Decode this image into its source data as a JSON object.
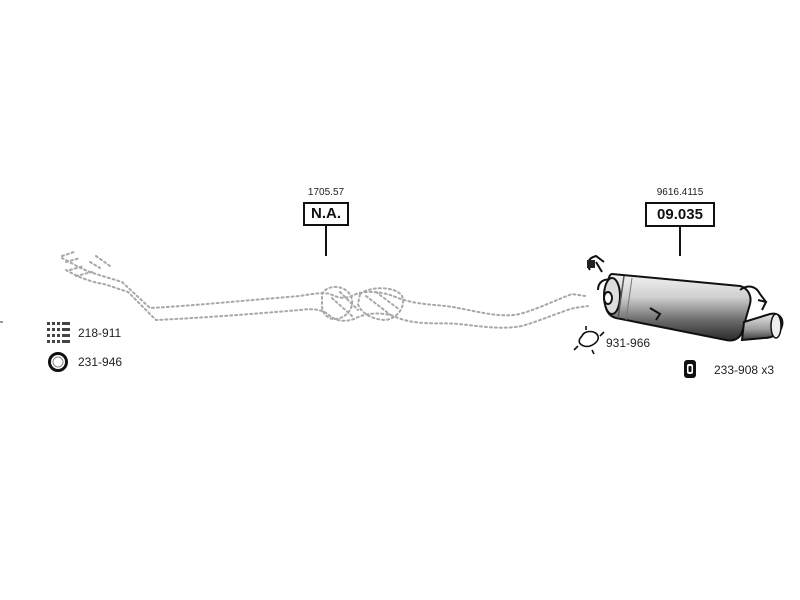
{
  "parts": {
    "front_pipe": {
      "ref": "1705.57",
      "code": "N.A."
    },
    "rear_silencer": {
      "ref": "9616.4115",
      "code": "09.035"
    }
  },
  "legend": {
    "mounting_kit": {
      "icon": "mounting-kit-icon",
      "code": "218-911"
    },
    "gasket_ring": {
      "icon": "gasket-ring-icon",
      "code": "231-946"
    },
    "clamp": {
      "icon": "clamp-icon",
      "code": "931-966"
    },
    "rubber_hanger": {
      "icon": "rubber-hanger-icon",
      "code": "233-908 x3"
    }
  },
  "colors": {
    "line": "#111111",
    "dotted_pipe": "#a8a8a8",
    "silencer_dark": "#3a3a3a",
    "silencer_light": "#dcdcdc"
  }
}
